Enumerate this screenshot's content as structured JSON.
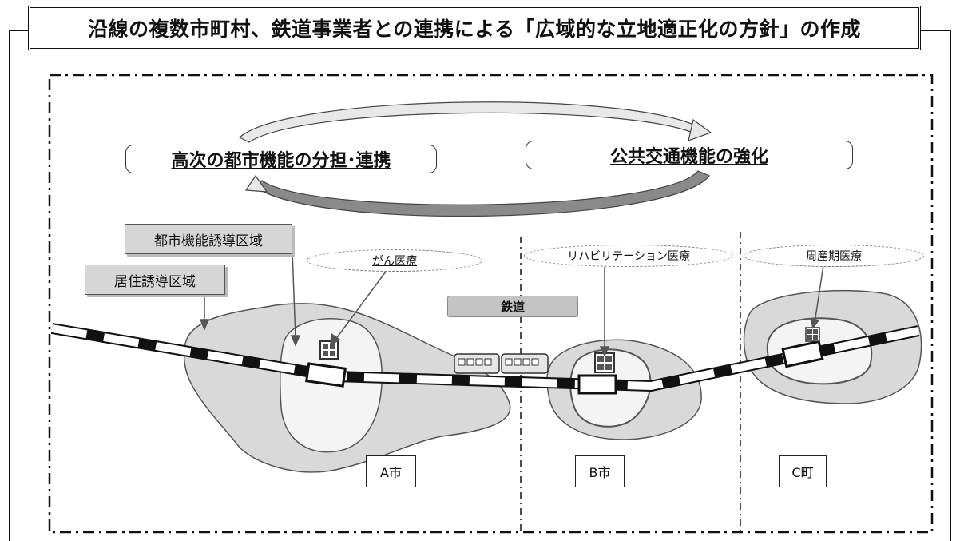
{
  "title": "沿線の複数市町村、鉄道事業者との連携による「広域的な立地適正化の方針」の作成",
  "cycle": {
    "left_label": "高次の都市機能の分担･連携",
    "right_label": "公共交通機能の強化"
  },
  "zones": {
    "urban_function": "都市機能誘導区域",
    "residential": "居住誘導区域"
  },
  "facilities": {
    "cancer": "がん医療",
    "rehab": "リハビリテーション医療",
    "perinatal": "周産期医療"
  },
  "railway_label": "鉄道",
  "municipalities": [
    "A市",
    "B市",
    "C町"
  ],
  "colors": {
    "residential_fill": "#d9d9d9",
    "urban_fill": "#f4f4f4",
    "outline": "#555555",
    "rail_dark": "#111111",
    "rail_light": "#ffffff"
  },
  "icons": {
    "hospital": "hospital-cross-icon",
    "station": "station-icon",
    "train": "train-icon"
  }
}
